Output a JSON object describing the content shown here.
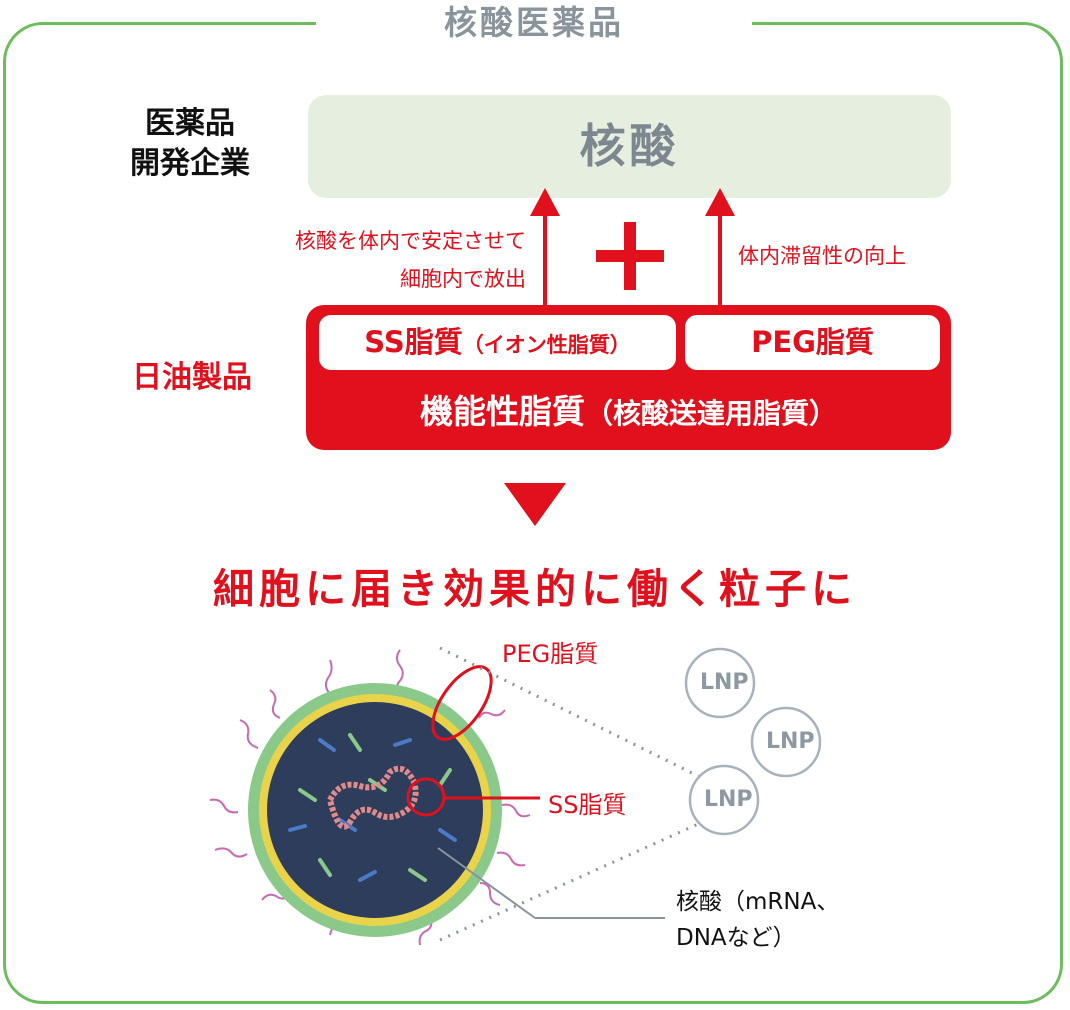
{
  "frame_title": "核酸医薬品",
  "pharma_label": [
    "医薬品",
    "開発企業"
  ],
  "nucleic_acid_box": "核酸",
  "note_left": [
    "核酸を体内で安定させて",
    "細胞内で放出"
  ],
  "note_right": "体内滞留性の向上",
  "plus_symbol": "+",
  "nof_label": "日油製品",
  "ss_lipid": {
    "main": "SS脂質",
    "sub": "（イオン性脂質）"
  },
  "peg_lipid": "PEG脂質",
  "functional_lipid": {
    "main": "機能性脂質",
    "sub": "（核酸送達用脂質）"
  },
  "headline": "細胞に届き効果的に働く粒子に",
  "callouts": {
    "peg": "PEG脂質",
    "ss": "SS脂質",
    "nucleic": [
      "核酸（mRNA、",
      "DNAなど）"
    ]
  },
  "lnp_labels": [
    "LNP",
    "LNP",
    "LNP"
  ],
  "colors": {
    "red": "#e0101d",
    "green": "#6cbe5c",
    "gray": "#8a949c",
    "pale_green": "#e6eee0"
  }
}
